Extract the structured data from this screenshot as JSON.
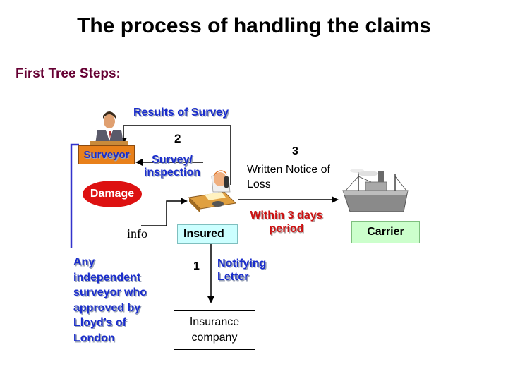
{
  "title": "The process of handling the claims",
  "subtitle": "First Tree Steps:",
  "nodes": {
    "surveyor": "Surveyor",
    "damage": "Damage",
    "insured": "Insured",
    "carrier": "Carrier",
    "insurance_company": "Insurance company"
  },
  "labels": {
    "results_of_survey": "Results of Survey",
    "step2": "2",
    "survey_inspection": "Survey/ inspection",
    "step3": "3",
    "written_notice": "Written Notice of Loss",
    "within_3_days": "Within 3 days period",
    "info": "info",
    "step1": "1",
    "notifying_letter": "Notifying Letter",
    "independent_surveyor": "Any independent surveyor who approved by Lloyd’s of London"
  },
  "colors": {
    "surveyor_box": "#e8801a",
    "damage_oval": "#dd1111",
    "insured_box": "#ccffff",
    "carrier_box": "#ccffcc",
    "blue_text": "#1a2dcc",
    "red_text": "#cc1111",
    "subtitle": "#660033"
  }
}
